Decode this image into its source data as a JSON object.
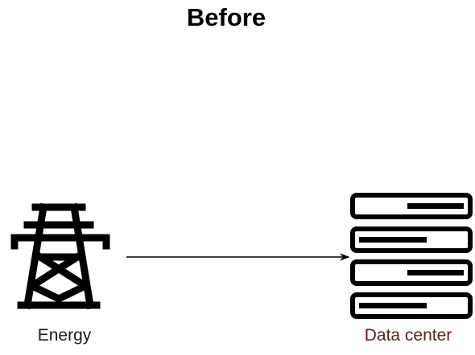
{
  "title": "Before",
  "nodes": {
    "energy": {
      "label": "Energy",
      "icon": "power-tower-icon",
      "label_color": "#1a1a1a"
    },
    "data_center": {
      "label": "Data center",
      "icon": "server-rack-icon",
      "label_color": "#5a1e1e"
    }
  },
  "edges": [
    {
      "from": "energy",
      "to": "data_center",
      "arrow": "single"
    }
  ],
  "colors": {
    "icon": "#000000",
    "line": "#000000",
    "background": "#ffffff"
  }
}
